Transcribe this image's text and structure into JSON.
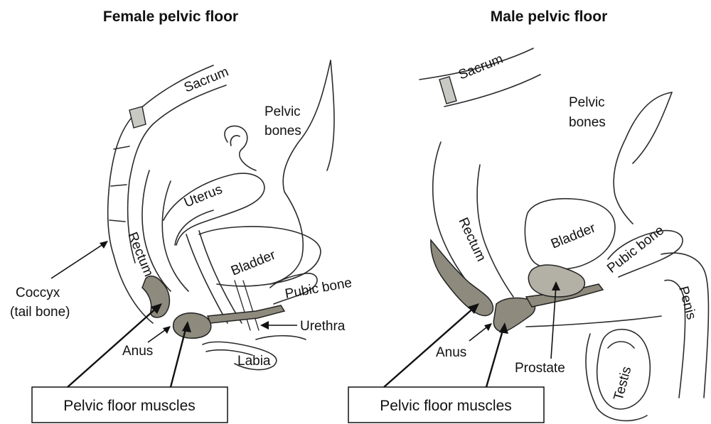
{
  "female": {
    "title": "Female pelvic floor",
    "labels": {
      "sacrum": "Sacrum",
      "pelvic_bones_1": "Pelvic",
      "pelvic_bones_2": "bones",
      "uterus": "Uterus",
      "rectum": "Rectum",
      "bladder": "Bladder",
      "pubic_bone": "Pubic bone",
      "coccyx_1": "Coccyx",
      "coccyx_2": "(tail bone)",
      "urethra": "Urethra",
      "anus": "Anus",
      "labia": "Labia"
    },
    "box_label": "Pelvic floor muscles"
  },
  "male": {
    "title": "Male pelvic floor",
    "labels": {
      "sacrum": "Sacrum",
      "pelvic_bones_1": "Pelvic",
      "pelvic_bones_2": "bones",
      "rectum": "Rectum",
      "bladder": "Bladder",
      "pubic_bone": "Pubic bone",
      "penis": "Penis",
      "anus": "Anus",
      "prostate": "Prostate",
      "testis": "Testis"
    },
    "box_label": "Pelvic floor muscles"
  },
  "colors": {
    "muscle": "#8e8b7e",
    "prostate": "#b3b0a6",
    "line": "#2b2b2b"
  }
}
